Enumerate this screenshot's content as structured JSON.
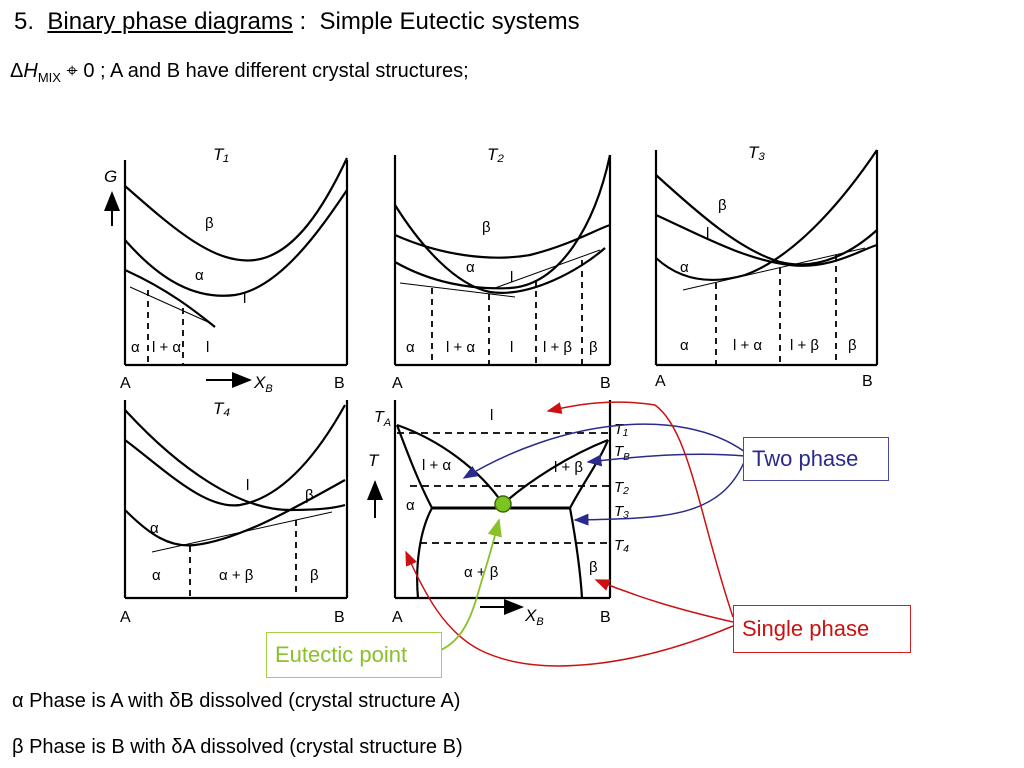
{
  "heading": {
    "number": "5.",
    "underlined": "Binary phase diagrams",
    "colon": ":",
    "rest": "Simple Eutectic systems"
  },
  "subheading": {
    "delta": "Δ",
    "h": "H",
    "sub": "MIX",
    "symbol": "⌖",
    "text": "0 ; A and B have different crystal structures;"
  },
  "panels": {
    "g_label": "G",
    "t_label": "T",
    "xb_label": "X",
    "xb_sub": "B",
    "a": "A",
    "b": "B",
    "p1": {
      "temp": "T₁",
      "beta": "β",
      "alpha": "α",
      "liquid": "l",
      "regions": [
        "α",
        "l + α",
        "l"
      ]
    },
    "p2": {
      "temp": "T₂",
      "beta": "β",
      "alpha": "α",
      "liquid": "l",
      "regions": [
        "α",
        "l + α",
        "l",
        "l + β",
        "β"
      ]
    },
    "p3": {
      "temp": "T₃",
      "beta": "β",
      "alpha": "α",
      "liquid": "l",
      "regions": [
        "α",
        "l + α",
        "l + β",
        "β"
      ]
    },
    "p4": {
      "temp": "T₄",
      "beta": "β",
      "alpha": "α",
      "liquid": "l",
      "regions": [
        "α",
        "α + β",
        "β"
      ]
    },
    "pd": {
      "ta": "T",
      "ta_sub": "A",
      "tb": "T",
      "tb_sub": "B",
      "t1": "T₁",
      "t2": "T₂",
      "t3": "T₃",
      "t4": "T₄",
      "liquid": "l",
      "l_alpha": "l + α",
      "l_beta": "l + β",
      "alpha": "α",
      "beta": "β",
      "alpha_beta": "α + β"
    }
  },
  "callouts": {
    "two_phase": "Two phase",
    "single_phase": "Single phase",
    "eutectic": "Eutectic point"
  },
  "notes": {
    "alpha": {
      "sym": "α",
      "text1": "Phase is A with",
      "delta": "δ",
      "text2": "B dissolved (crystal structure A)"
    },
    "beta": {
      "sym": "β",
      "text1": "Phase is B with",
      "delta": "δ",
      "text2": "A dissolved (crystal structure B)"
    }
  },
  "colors": {
    "two_phase": "#2a2a8c",
    "single_phase": "#cc1111",
    "eutectic": "#8ac02a",
    "eutectic_dot": "#7cc41f"
  }
}
